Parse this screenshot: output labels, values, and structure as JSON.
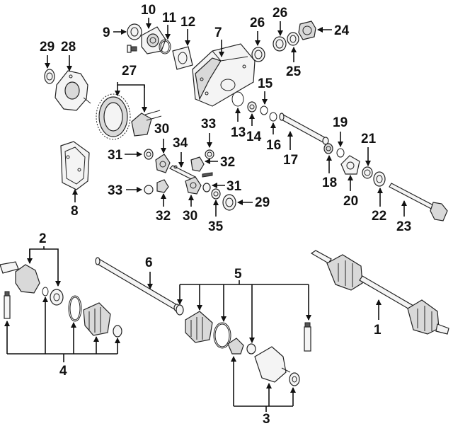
{
  "diagram": {
    "colors": {
      "line": "#111111",
      "part_fill": "#f4f4f4",
      "part_shade": "#d9d9d9",
      "background": "#ffffff"
    },
    "callouts": {
      "c1": "1",
      "c2": "2",
      "c3": "3",
      "c4": "4",
      "c5": "5",
      "c6": "6",
      "c7": "7",
      "c8": "8",
      "c9": "9",
      "c10": "10",
      "c11": "11",
      "c12": "12",
      "c13": "13",
      "c14": "14",
      "c15": "15",
      "c16": "16",
      "c17": "17",
      "c18": "18",
      "c19": "19",
      "c20": "20",
      "c21": "21",
      "c22": "22",
      "c23": "23",
      "c24": "24",
      "c25": "25",
      "c26a": "26",
      "c26b": "26",
      "c27": "27",
      "c28": "28",
      "c29a": "29",
      "c29b": "29",
      "c30a": "30",
      "c30b": "30",
      "c31a": "31",
      "c31b": "31",
      "c32a": "32",
      "c32b": "32",
      "c33a": "33",
      "c33b": "33",
      "c34": "34",
      "c35": "35"
    }
  }
}
